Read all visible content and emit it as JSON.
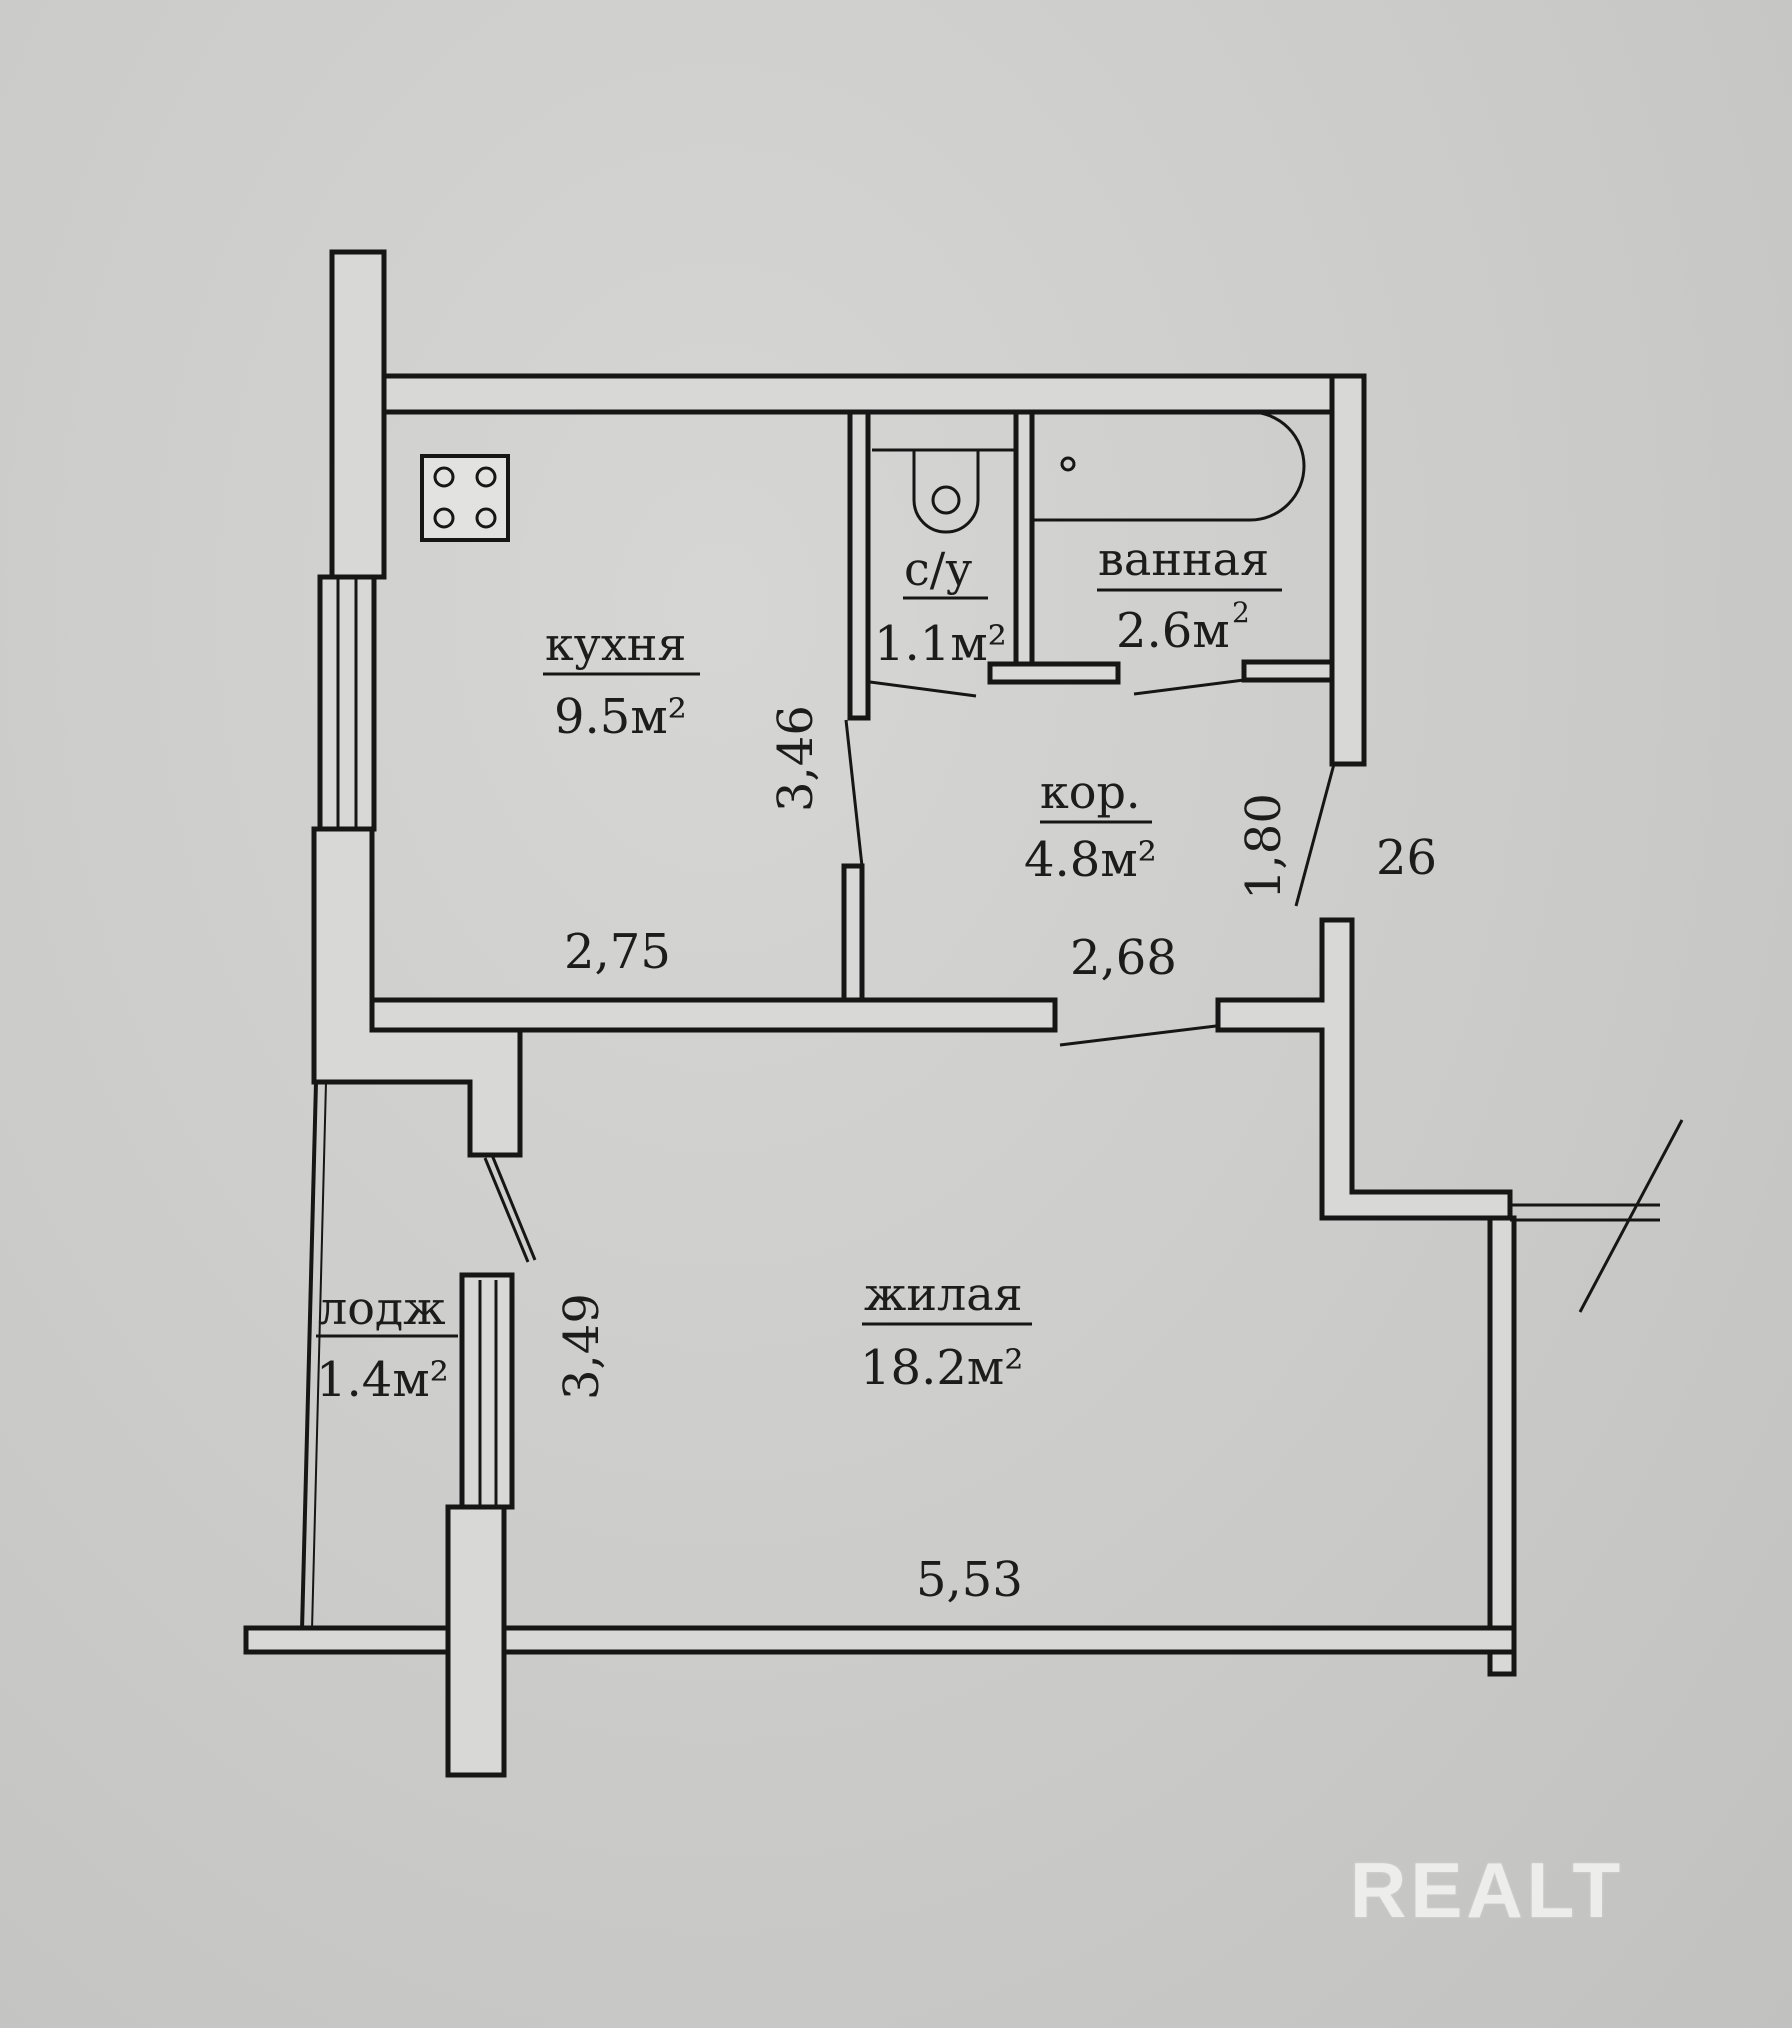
{
  "rooms": {
    "kitchen": {
      "name": "кухня",
      "area": "9.5м²"
    },
    "wc": {
      "name": "с/у",
      "area": "1.1м²"
    },
    "bathroom": {
      "name": "ванная",
      "area": "2.6м"
    },
    "bathroom_sup": "2",
    "corridor": {
      "name": "кор.",
      "area": "4.8м²"
    },
    "living": {
      "name": "жилая",
      "area": "18.2м²"
    },
    "loggia": {
      "name": "лодж",
      "area": "1.4м²"
    }
  },
  "dimensions": {
    "kitchen_width": "2,75",
    "kitchen_height": "3,46",
    "corridor_width": "2,68",
    "corridor_height": "1,80",
    "living_height": "3,49",
    "living_width": "5,53",
    "stair_note": "26"
  },
  "watermark": "REALT",
  "colors": {
    "background": "#cbcbc9",
    "wall_fill": "#d8d8d6",
    "wall_stroke": "#161616"
  }
}
